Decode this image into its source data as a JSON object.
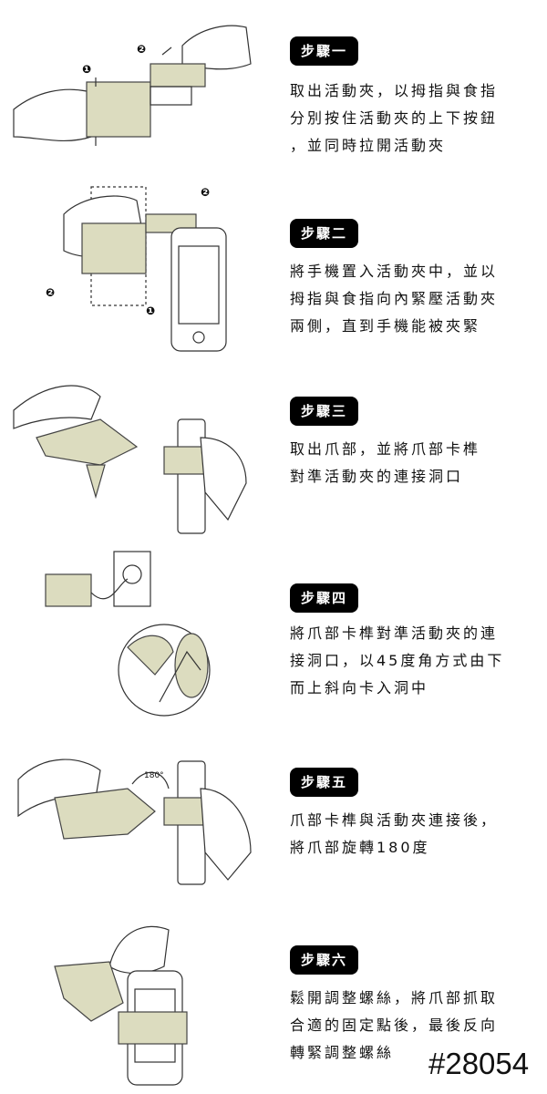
{
  "steps": [
    {
      "badge": "步驟一",
      "lines": [
        "取出活動夾，以拇指與食指",
        "分別按住活動夾的上下按鈕",
        "，並同時拉開活動夾"
      ],
      "markers": [
        "❶",
        "❷"
      ]
    },
    {
      "badge": "步驟二",
      "lines": [
        "將手機置入活動夾中，並以",
        "拇指與食指向內緊壓活動夾",
        "兩側，直到手機能被夾緊"
      ],
      "markers": [
        "❷",
        "❷",
        "❶"
      ]
    },
    {
      "badge": "步驟三",
      "lines": [
        "取出爪部，並將爪部卡榫",
        "對準活動夾的連接洞口"
      ]
    },
    {
      "badge": "步驟四",
      "lines": [
        "將爪部卡榫對準活動夾的連",
        "接洞口，以45度角方式由下",
        "而上斜向卡入洞中"
      ]
    },
    {
      "badge": "步驟五",
      "lines": [
        "爪部卡榫與活動夾連接後，",
        "將爪部旋轉180度"
      ],
      "markers": [
        "180°"
      ]
    },
    {
      "badge": "步驟六",
      "lines": [
        "鬆開調整螺絲，將爪部抓取",
        "合適的固定點後，最後反向",
        "轉緊調整螺絲"
      ]
    }
  ],
  "product_code": "#28054"
}
